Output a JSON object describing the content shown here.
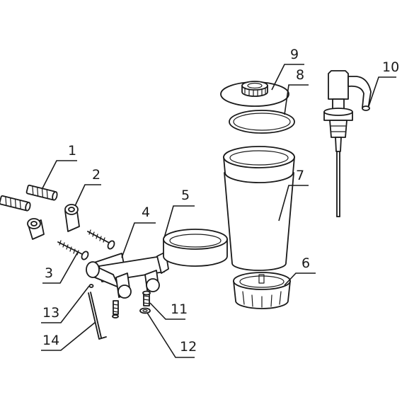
{
  "diagram": {
    "labels": {
      "l1": "1",
      "l2": "2",
      "l3": "3",
      "l4": "4",
      "l5": "5",
      "l6": "6",
      "l7": "7",
      "l8": "8",
      "l9": "9",
      "l10": "10",
      "l11": "11",
      "l12": "12",
      "l13": "13",
      "l14": "14"
    }
  }
}
